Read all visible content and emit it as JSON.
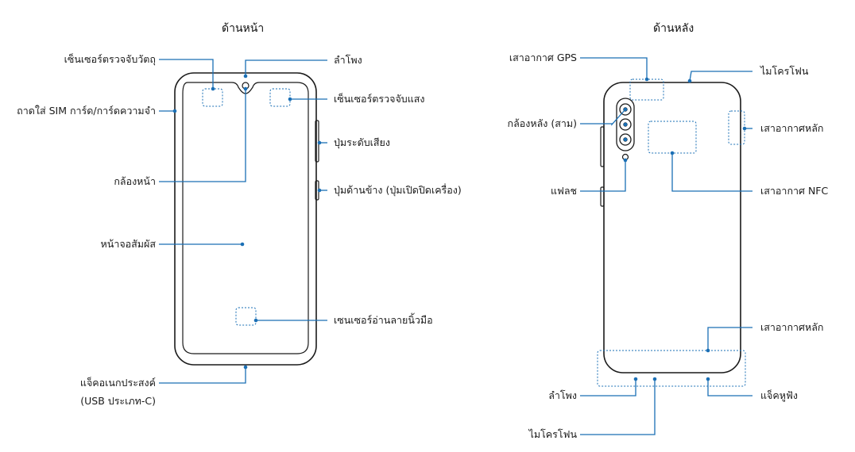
{
  "front": {
    "title": "ด้านหน้า",
    "labels": {
      "proximity_sensor": "เซ็นเซอร์ตรวจจับวัตถุ",
      "sim_tray": "ถาดใส่ SIM การ์ด/การ์ดความจำ",
      "front_camera": "กล้องหน้า",
      "touchscreen": "หน้าจอสัมผัส",
      "multipurpose_jack": "แจ็คอเนกประสงค์",
      "multipurpose_jack_sub": "(USB ประเภท-C)",
      "speaker": "ลำโพง",
      "light_sensor": "เซ็นเซอร์ตรวจจับแสง",
      "volume_key": "ปุ่มระดับเสียง",
      "side_key": "ปุ่มด้านข้าง (ปุ่มเปิดปิดเครื่อง)",
      "fingerprint_sensor": "เซนเซอร์อ่านลายนิ้วมือ"
    }
  },
  "back": {
    "title": "ด้านหลัง",
    "labels": {
      "gps_antenna": "เสาอากาศ GPS",
      "rear_camera": "กล้องหลัง (สาม)",
      "flash": "แฟลช",
      "speaker": "ลำโพง",
      "microphone_bottom": "ไมโครโฟน",
      "microphone_top": "ไมโครโฟน",
      "main_antenna_top": "เสาอากาศหลัก",
      "nfc_antenna": "เสาอากาศ NFC",
      "main_antenna_bottom": "เสาอากาศหลัก",
      "earphone_jack": "แจ็คหูฟัง"
    }
  },
  "colors": {
    "callout_line": "#1a6fb5",
    "device_outline": "#1a1a1a",
    "dotted_area": "#1a6fb5"
  }
}
